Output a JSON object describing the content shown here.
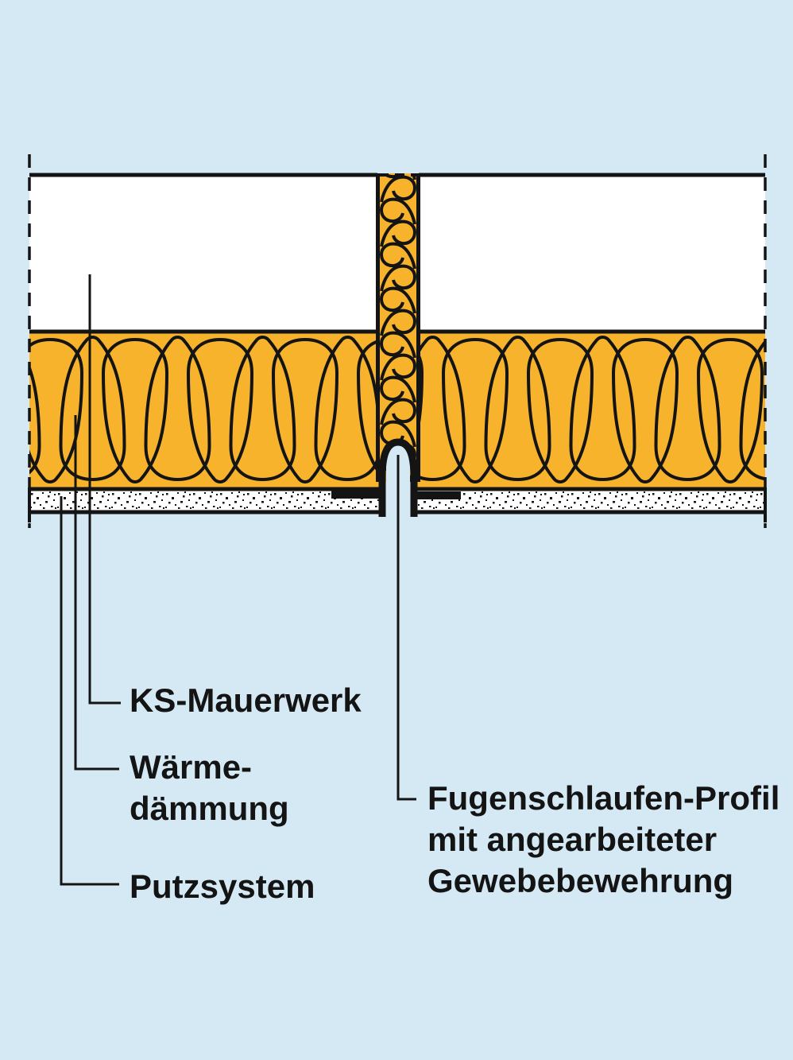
{
  "diagram_type": "construction-detail-section",
  "labels": {
    "ks_mauerwerk": "KS-Mauerwerk",
    "waermedaemmung_line1": "Wärme-",
    "waermedaemmung_line2": "dämmung",
    "putzsystem": "Putzsystem",
    "fugenschlaufen_line1": "Fugenschlaufen-Profil",
    "fugenschlaufen_line2": "mit angearbeiteter",
    "fugenschlaufen_line3": "Gewebebewehrung"
  },
  "colors": {
    "background": "#D5E9F5",
    "insulation_yellow": "#F6B32B",
    "masonry_white": "#FFFFFF",
    "line_black": "#141414"
  }
}
